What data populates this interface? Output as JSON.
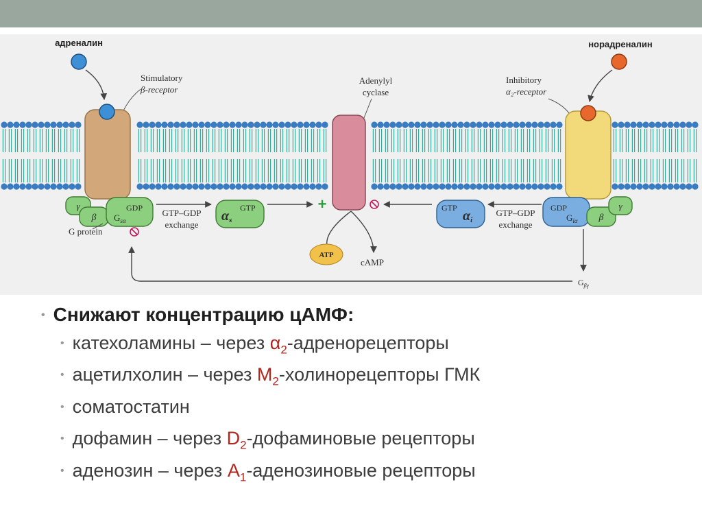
{
  "diagram": {
    "ligand_left": "адреналин",
    "ligand_right": "норадреналин",
    "receptor_left": [
      "Stimulatory",
      "β-receptor"
    ],
    "receptor_right": [
      "Inhibitory",
      "α₂-receptor"
    ],
    "enzyme": [
      "Adenylyl",
      "cyclase"
    ],
    "g_protein_label": "G protein",
    "exchange_left": [
      "GTP–GDP",
      "exchange"
    ],
    "exchange_right": [
      "GTP–GDP",
      "exchange"
    ],
    "subunit_gamma": "γ",
    "subunit_beta": "β",
    "gs_alpha": "G",
    "gs_alpha_sub": "sα",
    "gi_alpha": "G",
    "gi_alpha_sub": "iα",
    "gdp": "GDP",
    "gtp": "GTP",
    "alpha_s": "α",
    "alpha_s_sub": "s",
    "alpha_i": "α",
    "alpha_i_sub": "i",
    "atp": "ATP",
    "camp": "cAMP",
    "gbg": "G",
    "gbg_sub": "βγ",
    "plus": "+",
    "colors": {
      "membrane_head": "#3a7cc2",
      "membrane_tail": "#2fae9c",
      "receptor_beta": "#d2a77a",
      "receptor_alpha": "#f2d97a",
      "adenylyl_cyclase": "#d98c9b",
      "g_green": "#8ccf7e",
      "g_blue": "#7aaee0",
      "ligand_blue": "#3d8fd6",
      "ligand_orange": "#e8672c",
      "atp": "#f2c14a",
      "inhibit": "#c2185b",
      "plus": "#2e9e3e"
    }
  },
  "bullets": {
    "main": "Снижают концентрацию цАМФ:",
    "items": [
      {
        "pre": "катехоламины – через ",
        "red": "α",
        "sub": "2",
        "post": "-адренорецепторы"
      },
      {
        "pre": "ацетилхолин – через ",
        "red": "М",
        "sub": "2",
        "post": "-холинорецепторы ГМК"
      },
      {
        "pre": "соматостатин",
        "red": "",
        "sub": "",
        "post": ""
      },
      {
        "pre": "дофамин – через ",
        "red": "D",
        "sub": "2",
        "post": "-дофаминовые рецепторы"
      },
      {
        "pre": "аденозин – через ",
        "red": "А",
        "sub": "1",
        "post": "-аденозиновые рецепторы"
      }
    ]
  }
}
